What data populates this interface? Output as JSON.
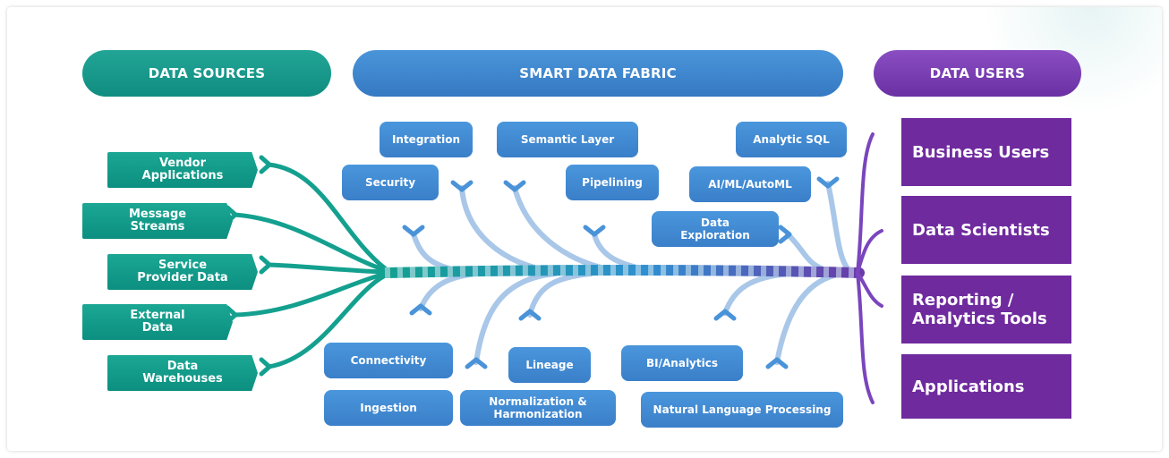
{
  "headers": {
    "sources": "DATA SOURCES",
    "fabric": "SMART DATA FABRIC",
    "users": "DATA USERS"
  },
  "sources": [
    "Vendor\nApplications",
    "Message\nStreams",
    "Service\nProvider Data",
    "External\nData",
    "Data\nWarehouses"
  ],
  "capabilities_top": {
    "integration": "Integration",
    "semantic_layer": "Semantic Layer",
    "analytic_sql": "Analytic SQL",
    "security": "Security",
    "pipelining": "Pipelining",
    "ai_ml": "AI/ML/AutoML",
    "data_exploration": "Data\nExploration"
  },
  "capabilities_bottom": {
    "connectivity": "Connectivity",
    "lineage": "Lineage",
    "bi_analytics": "BI/Analytics",
    "ingestion": "Ingestion",
    "normalization": "Normalization &\nHarmonization",
    "nlp": "Natural Language Processing"
  },
  "users": [
    "Business Users",
    "Data Scientists",
    "Reporting /\nAnalytics Tools",
    "Applications"
  ],
  "colors": {
    "teal": "#14998a",
    "blue": "#3d84cf",
    "purple": "#6f2a9e",
    "strand_light": "#a9c7e8"
  }
}
